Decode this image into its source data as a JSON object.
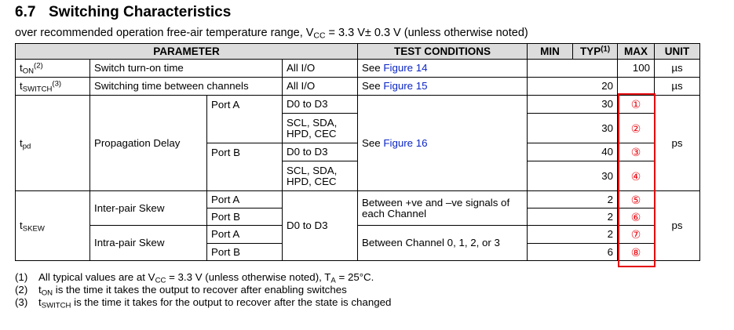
{
  "section": {
    "number": "6.7",
    "title": "Switching Characteristics"
  },
  "subtitle": {
    "pre": "over recommended operation free-air temperature range, V",
    "sub": "CC",
    "post": " = 3.3 V± 0.3 V (unless otherwise noted)"
  },
  "headers": {
    "parameter": "PARAMETER",
    "test_conditions": "TEST CONDITIONS",
    "min": "MIN",
    "typ": "TYP",
    "typ_note": "(1)",
    "max": "MAX",
    "unit": "UNIT"
  },
  "rows": {
    "ton": {
      "sym": "t",
      "sym_sub": "ON",
      "sym_note": "(2)",
      "desc": "Switch turn-on time",
      "io": "All I/O",
      "see": "See ",
      "figure": "Figure 14",
      "max": "100",
      "unit": "µs"
    },
    "tswitch": {
      "sym": "t",
      "sym_sub": "SWITCH",
      "sym_note": "(3)",
      "desc": "Switching time between channels",
      "io": "All I/O",
      "see": "See ",
      "figure": "Figure 15",
      "typ": "20",
      "unit": "µs"
    },
    "tpd": {
      "sym": "t",
      "sym_sub": "pd",
      "desc": "Propagation Delay",
      "see": "See ",
      "figure": "Figure 16",
      "unit": "ps",
      "port_a": "Port A",
      "port_b": "Port B",
      "d0d3": "D0 to D3",
      "scl": "SCL, SDA,",
      "hpd": "HPD, CEC",
      "typ": [
        "30",
        "30",
        "40",
        "30"
      ],
      "marks": [
        "①",
        "②",
        "③",
        "④"
      ]
    },
    "tskew": {
      "sym": "t",
      "sym_sub": "SKEW",
      "inter": "Inter-pair Skew",
      "intra": "Intra-pair Skew",
      "port_a": "Port A",
      "port_b": "Port B",
      "d0d3": "D0 to D3",
      "cond_inter": "Between +ve and –ve signals of each Channel",
      "cond_intra": "Between Channel 0, 1, 2, or 3",
      "typ": [
        "2",
        "2",
        "2",
        "6"
      ],
      "marks": [
        "⑤",
        "⑥",
        "⑦",
        "⑧"
      ],
      "unit": "ps"
    }
  },
  "notes": {
    "n1": {
      "num": "(1)",
      "a": "All typical values are at V",
      "a_sub": "CC",
      "b": " = 3.3 V (unless otherwise noted), T",
      "b_sub": "A",
      "c": " = 25°C."
    },
    "n2": {
      "num": "(2)",
      "t": "t",
      "t_sub": "ON",
      "rest": " is the time it takes the output to recover after enabling switches"
    },
    "n3": {
      "num": "(3)",
      "t": "t",
      "t_sub": "SWITCH",
      "rest": " is the time it takes for the output to recover after the state is changed"
    }
  }
}
